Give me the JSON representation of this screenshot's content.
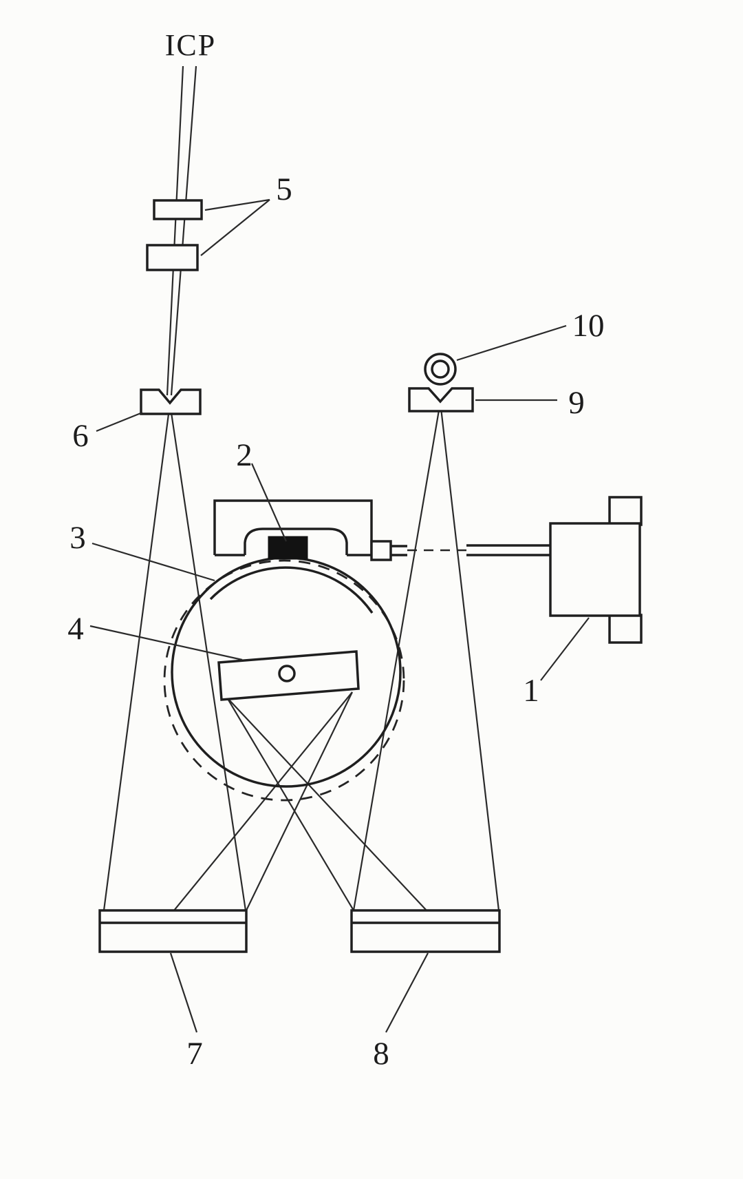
{
  "diagram": {
    "kind": "patent-style optical schematic of an ICP spectrometer",
    "colors": {
      "ink": "#1f1f1f",
      "background": "#fcfcfa",
      "filled_block": "#121212"
    },
    "labels": {
      "icp": "ICP",
      "n1": "1",
      "n2": "2",
      "n3": "3",
      "n4": "4",
      "n5": "5",
      "n6": "6",
      "n7": "7",
      "n8": "8",
      "n9": "9",
      "n10": "10"
    },
    "parts": {
      "icp": "plasma light source label at top",
      "n1": "motor with mounting flanges at right",
      "n2": "black element on mount above turret",
      "n3": "turret circle (solid) with dashed rotated outline",
      "n4": "tilted grating plate with center pivot circle",
      "n5": "pair of lens/aperture plates under ICP",
      "n6": "notched entrance mirror/slit block left",
      "n7": "left detector block at bottom",
      "n8": "right detector block at bottom",
      "n9": "notched slit block right",
      "n10": "small lamp (double circle) above slit 9"
    }
  }
}
